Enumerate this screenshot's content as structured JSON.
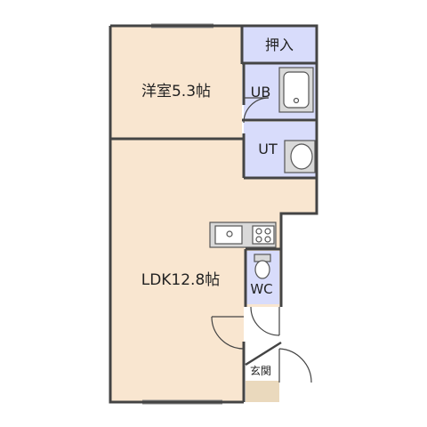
{
  "rooms": {
    "western": {
      "label": "洋室5.3帖"
    },
    "ldk": {
      "label": "LDK12.8帖"
    },
    "closet": {
      "label": "押入"
    },
    "bath": {
      "label": "UB"
    },
    "utility": {
      "label": "UT"
    },
    "toilet": {
      "label": "WC"
    },
    "entrance": {
      "label": "玄関"
    }
  },
  "colors": {
    "living": "#f9e6d0",
    "wet": "#d8dcfb",
    "entrance": "#ead9bd",
    "wall": "#444444",
    "fixture": "#d9d9d9"
  }
}
